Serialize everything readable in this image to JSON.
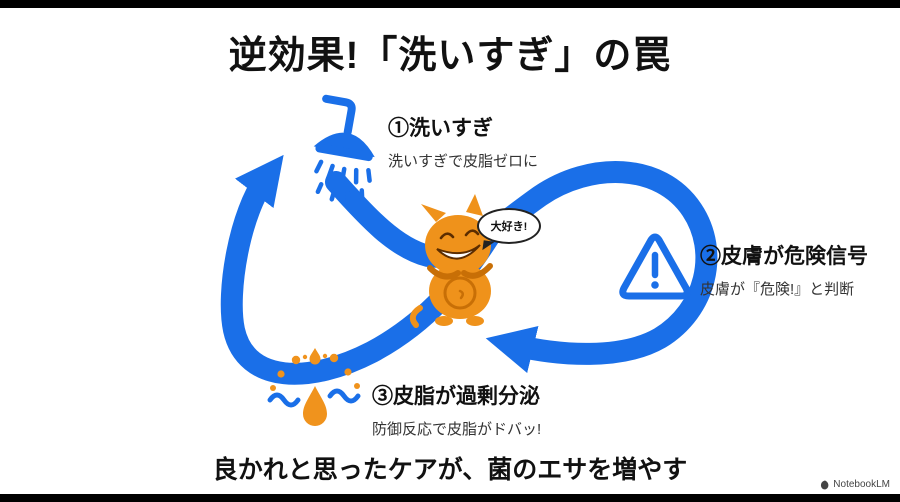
{
  "title": "逆効果!「洗いすぎ」の罠",
  "diagram": {
    "steps": [
      {
        "label": "①洗いすぎ",
        "desc": "洗いすぎで皮脂ゼロに"
      },
      {
        "label": "②皮膚が危険信号",
        "desc": "皮膚が『危険!』と判断"
      },
      {
        "label": "③皮脂が過剰分泌",
        "desc": "防御反応で皮脂がドバッ!"
      }
    ],
    "bubble": "大好き!",
    "icons": [
      "shower-icon",
      "warning-triangle-icon",
      "sebum-splash-icon",
      "bacteria-character"
    ]
  },
  "footer": "良かれと思ったケアが、菌のエサを増やす",
  "watermark": "NotebookLM",
  "colors": {
    "blue": "#1a6fe8",
    "orange": "#f0931d",
    "orange_dark": "#c86f06",
    "text": "#111111",
    "subtext": "#333333"
  }
}
